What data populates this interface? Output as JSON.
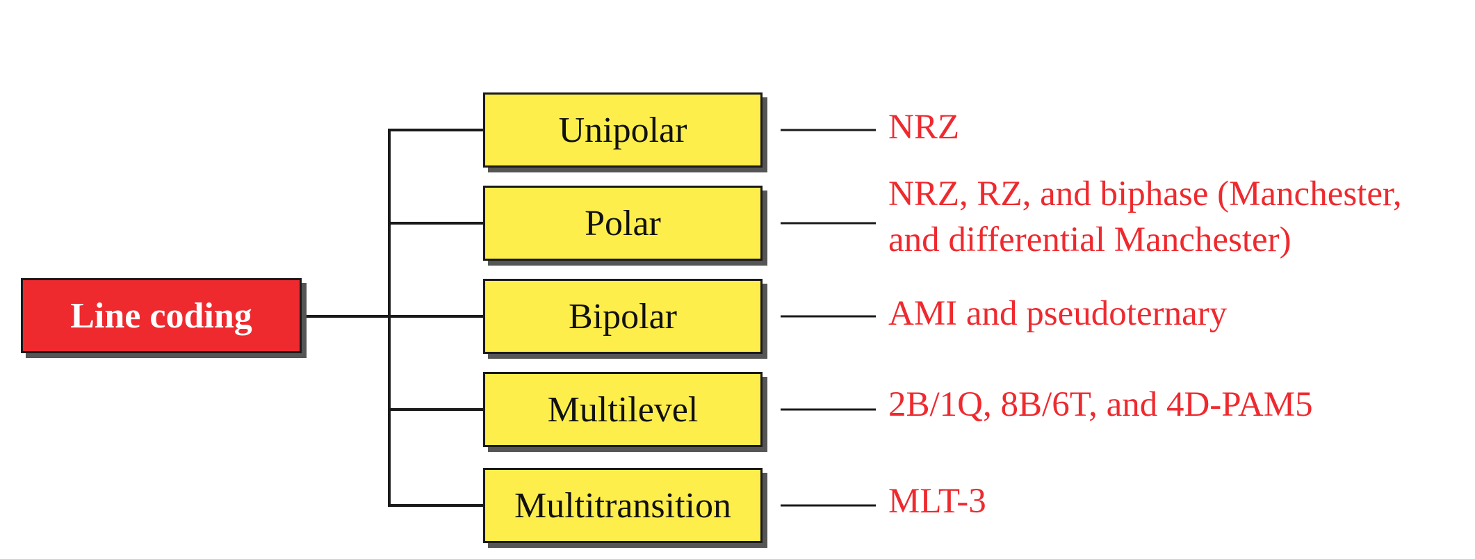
{
  "colors": {
    "root_fill": "#ee2a2f",
    "category_fill": "#fdee4c",
    "variant_text": "#ee2a2f",
    "connector": "#1a1a1a"
  },
  "root": {
    "label": "Line coding"
  },
  "categories": [
    {
      "label": "Unipolar",
      "variants": [
        "NRZ"
      ]
    },
    {
      "label": "Polar",
      "variants": [
        "NRZ, RZ, and biphase (Manchester,",
        "and differential Manchester)"
      ]
    },
    {
      "label": "Bipolar",
      "variants": [
        "AMI and pseudoternary"
      ]
    },
    {
      "label": "Multilevel",
      "variants": [
        "2B/1Q,  8B/6T, and 4D-PAM5"
      ]
    },
    {
      "label": "Multitransition",
      "variants": [
        "MLT-3"
      ]
    }
  ]
}
